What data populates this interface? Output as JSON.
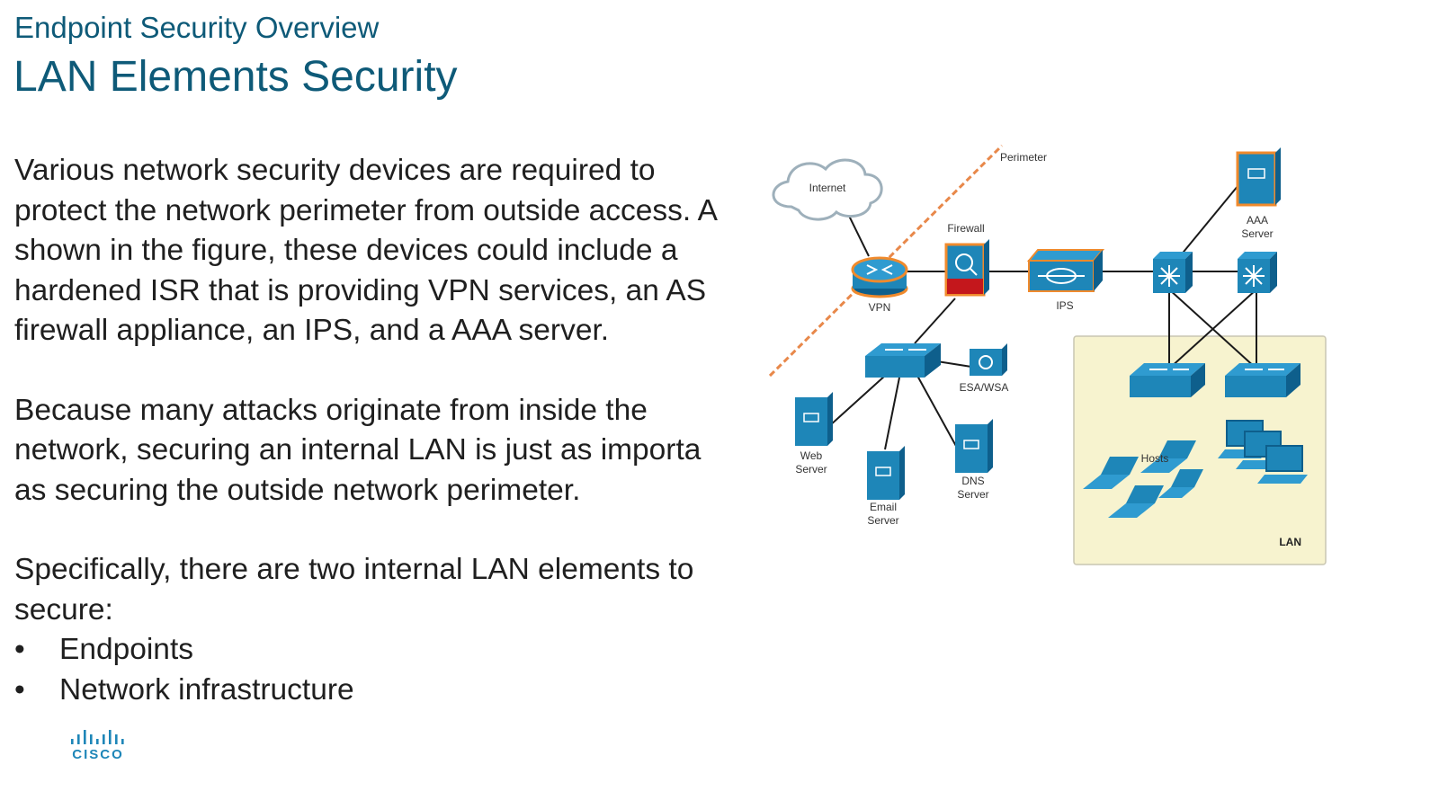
{
  "header": {
    "subtitle": "Endpoint Security Overview",
    "title": "LAN Elements Security"
  },
  "body": {
    "paragraph1_lines": [
      "Various network security devices are required to",
      "protect the network perimeter from outside access. A",
      "shown in the figure, these devices could include a",
      "hardened ISR that is providing VPN services, an AS",
      "firewall appliance, an IPS, and a AAA server."
    ],
    "paragraph2_lines": [
      "Because many attacks originate from inside the",
      "network,  securing an internal LAN is just as importa",
      "as securing the outside network perimeter."
    ],
    "paragraph3_lines": [
      "Specifically, there are two internal LAN elements to",
      "secure:"
    ],
    "bullets": [
      "Endpoints",
      "Network infrastructure"
    ],
    "bullet_symbol": "•"
  },
  "diagram": {
    "labels": {
      "internet": "Internet",
      "perimeter": "Perimeter",
      "firewall": "Firewall",
      "vpn": "VPN",
      "ips": "IPS",
      "aaa_1": "AAA",
      "aaa_2": "Server",
      "esa_wsa": "ESA/WSA",
      "web_1": "Web",
      "web_2": "Server",
      "email_1": "Email",
      "email_2": "Server",
      "dns_1": "DNS",
      "dns_2": "Server",
      "hosts": "Hosts",
      "lan": "LAN"
    },
    "colors": {
      "device_blue": "#1e86b8",
      "device_dark": "#0e5f8c",
      "orange_highlight": "#f08a2c",
      "perimeter_line": "#e8884a",
      "lan_zone": "#f7f3cf",
      "firewall_red": "#c4171c"
    }
  },
  "branding": {
    "logo": "cisco-logo"
  }
}
